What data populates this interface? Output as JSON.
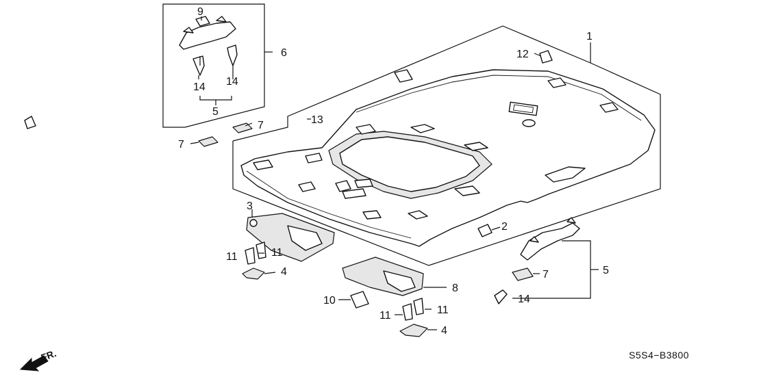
{
  "diagram": {
    "callouts": {
      "c1": "1",
      "c2": "2",
      "c3": "3",
      "c4a": "4",
      "c4b": "4",
      "c5a": "5",
      "c5b": "5",
      "c6": "6",
      "c7a": "7",
      "c7b": "7",
      "c7c": "7",
      "c8": "8",
      "c9": "9",
      "c10": "10",
      "c11a": "11",
      "c11b": "11",
      "c11c": "11",
      "c11d": "11",
      "c12": "12",
      "c13": "13",
      "c14a": "14",
      "c14b": "14",
      "c14c": "14"
    },
    "direction_label": "FR.",
    "code": "S5S4−B3800"
  }
}
